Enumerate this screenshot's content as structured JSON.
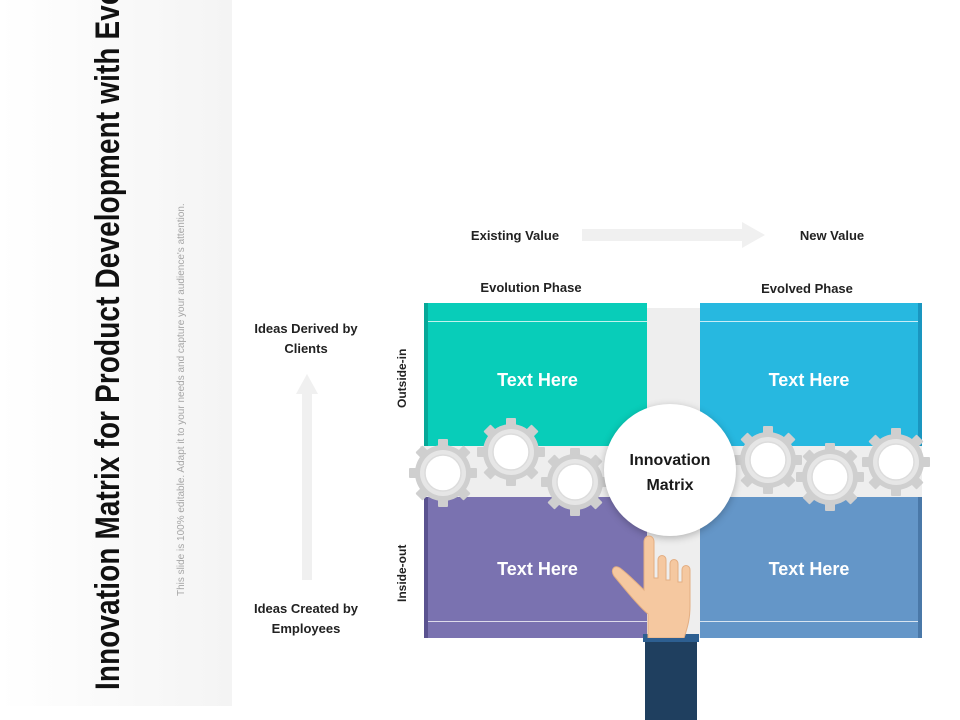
{
  "title": "Innovation Matrix for Product Development with Evolution Phase and Evolved Phase",
  "subtitle": "This slide is 100% editable. Adapt it to your needs and capture your audience's attention.",
  "axes": {
    "top_left": "Existing Value",
    "top_right": "New Value",
    "left_top": "Ideas Derived by Clients",
    "left_bottom": "Ideas Created by Employees"
  },
  "columns": {
    "left": "Evolution Phase",
    "right": "Evolved Phase"
  },
  "rows": {
    "top": "Outside-in",
    "bottom": "Inside-out"
  },
  "quadrants": {
    "top_left": "Text Here",
    "top_right": "Text Here",
    "bottom_left": "Text Here",
    "bottom_right": "Text Here"
  },
  "center": "Innovation Matrix",
  "colors": {
    "teal": "#08cdb9",
    "teal_dark": "#06a898",
    "blue": "#27b8e0",
    "blue_dark": "#1a96c0",
    "purple": "#7a72b0",
    "purple_dark": "#5a5290",
    "steel": "#6496c8",
    "steel_dark": "#4a78a8",
    "arrow_gray": "#f0f0f0",
    "sleeve": "#1f3f5f",
    "skin": "#f5c8a0"
  }
}
